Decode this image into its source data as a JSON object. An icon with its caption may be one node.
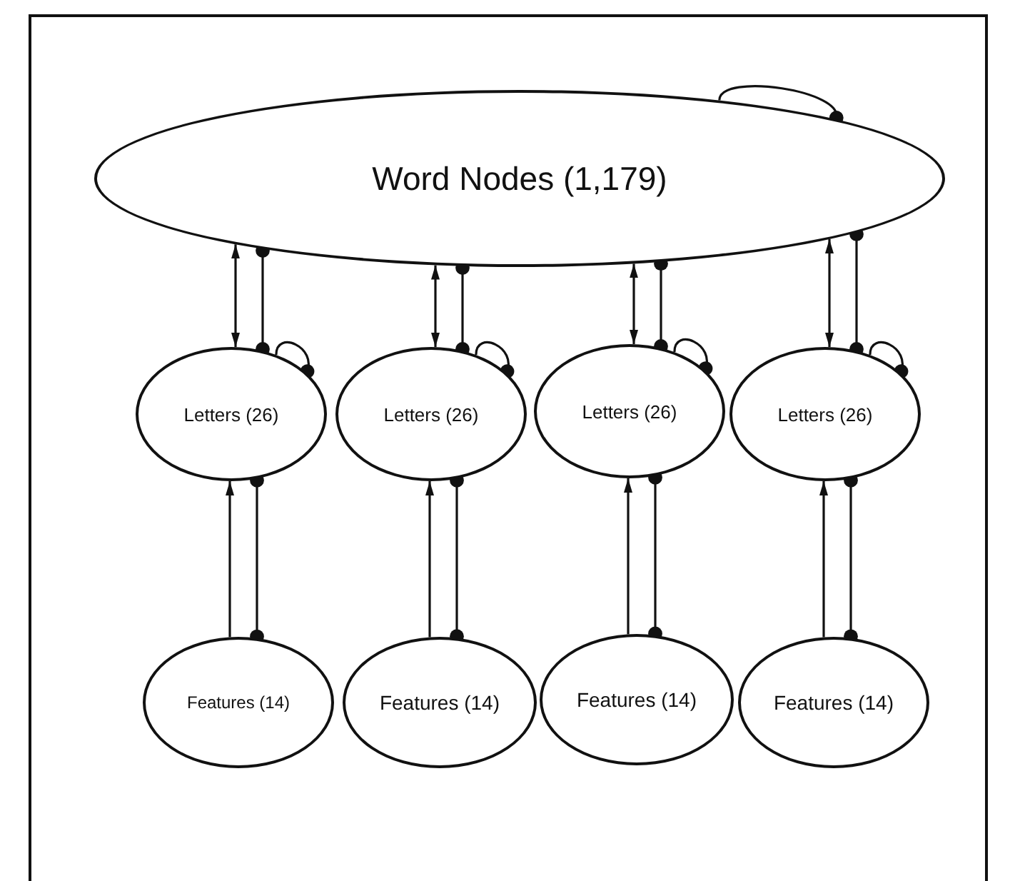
{
  "diagram": {
    "nodes": [
      {
        "text": [
          "Word Nodes (1,179)"
        ]
      },
      {
        "text": [
          "Letters (26)"
        ]
      },
      {
        "text": [
          "Letters (26)"
        ]
      },
      {
        "text": [
          "Letters (26)"
        ]
      },
      {
        "text": [
          "Letters (26)"
        ]
      },
      {
        "text": [
          "Features (14)"
        ]
      },
      {
        "text": [
          "Features (14)"
        ]
      },
      {
        "text": [
          "Features (14)"
        ]
      },
      {
        "text": [
          "Features (14)"
        ]
      }
    ],
    "edges": [
      {
        "from": 0,
        "to": 0,
        "arrow": "other"
      },
      {
        "from": 0,
        "to": 1,
        "arrow": "both"
      },
      {
        "from": 1,
        "to": 0,
        "arrow": "other"
      },
      {
        "from": 1,
        "to": 1,
        "arrow": "other"
      },
      {
        "from": 0,
        "to": 2,
        "arrow": "both"
      },
      {
        "from": 2,
        "to": 0,
        "arrow": "other"
      },
      {
        "from": 2,
        "to": 2,
        "arrow": "other"
      },
      {
        "from": 0,
        "to": 3,
        "arrow": "both"
      },
      {
        "from": 3,
        "to": 0,
        "arrow": "other"
      },
      {
        "from": 3,
        "to": 3,
        "arrow": "other"
      },
      {
        "from": 0,
        "to": 4,
        "arrow": "both"
      },
      {
        "from": 4,
        "to": 0,
        "arrow": "other"
      },
      {
        "from": 4,
        "to": 4,
        "arrow": "other"
      },
      {
        "from": 5,
        "to": 1,
        "arrow": "to"
      },
      {
        "from": 5,
        "to": 1,
        "arrow": "other"
      },
      {
        "from": 6,
        "to": 2,
        "arrow": "to"
      },
      {
        "from": 6,
        "to": 2,
        "arrow": "other"
      },
      {
        "from": 7,
        "to": 3,
        "arrow": "to"
      },
      {
        "from": 7,
        "to": 3,
        "arrow": "other"
      },
      {
        "from": 8,
        "to": 4,
        "arrow": "to"
      },
      {
        "from": 8,
        "to": 4,
        "arrow": "other"
      }
    ]
  }
}
